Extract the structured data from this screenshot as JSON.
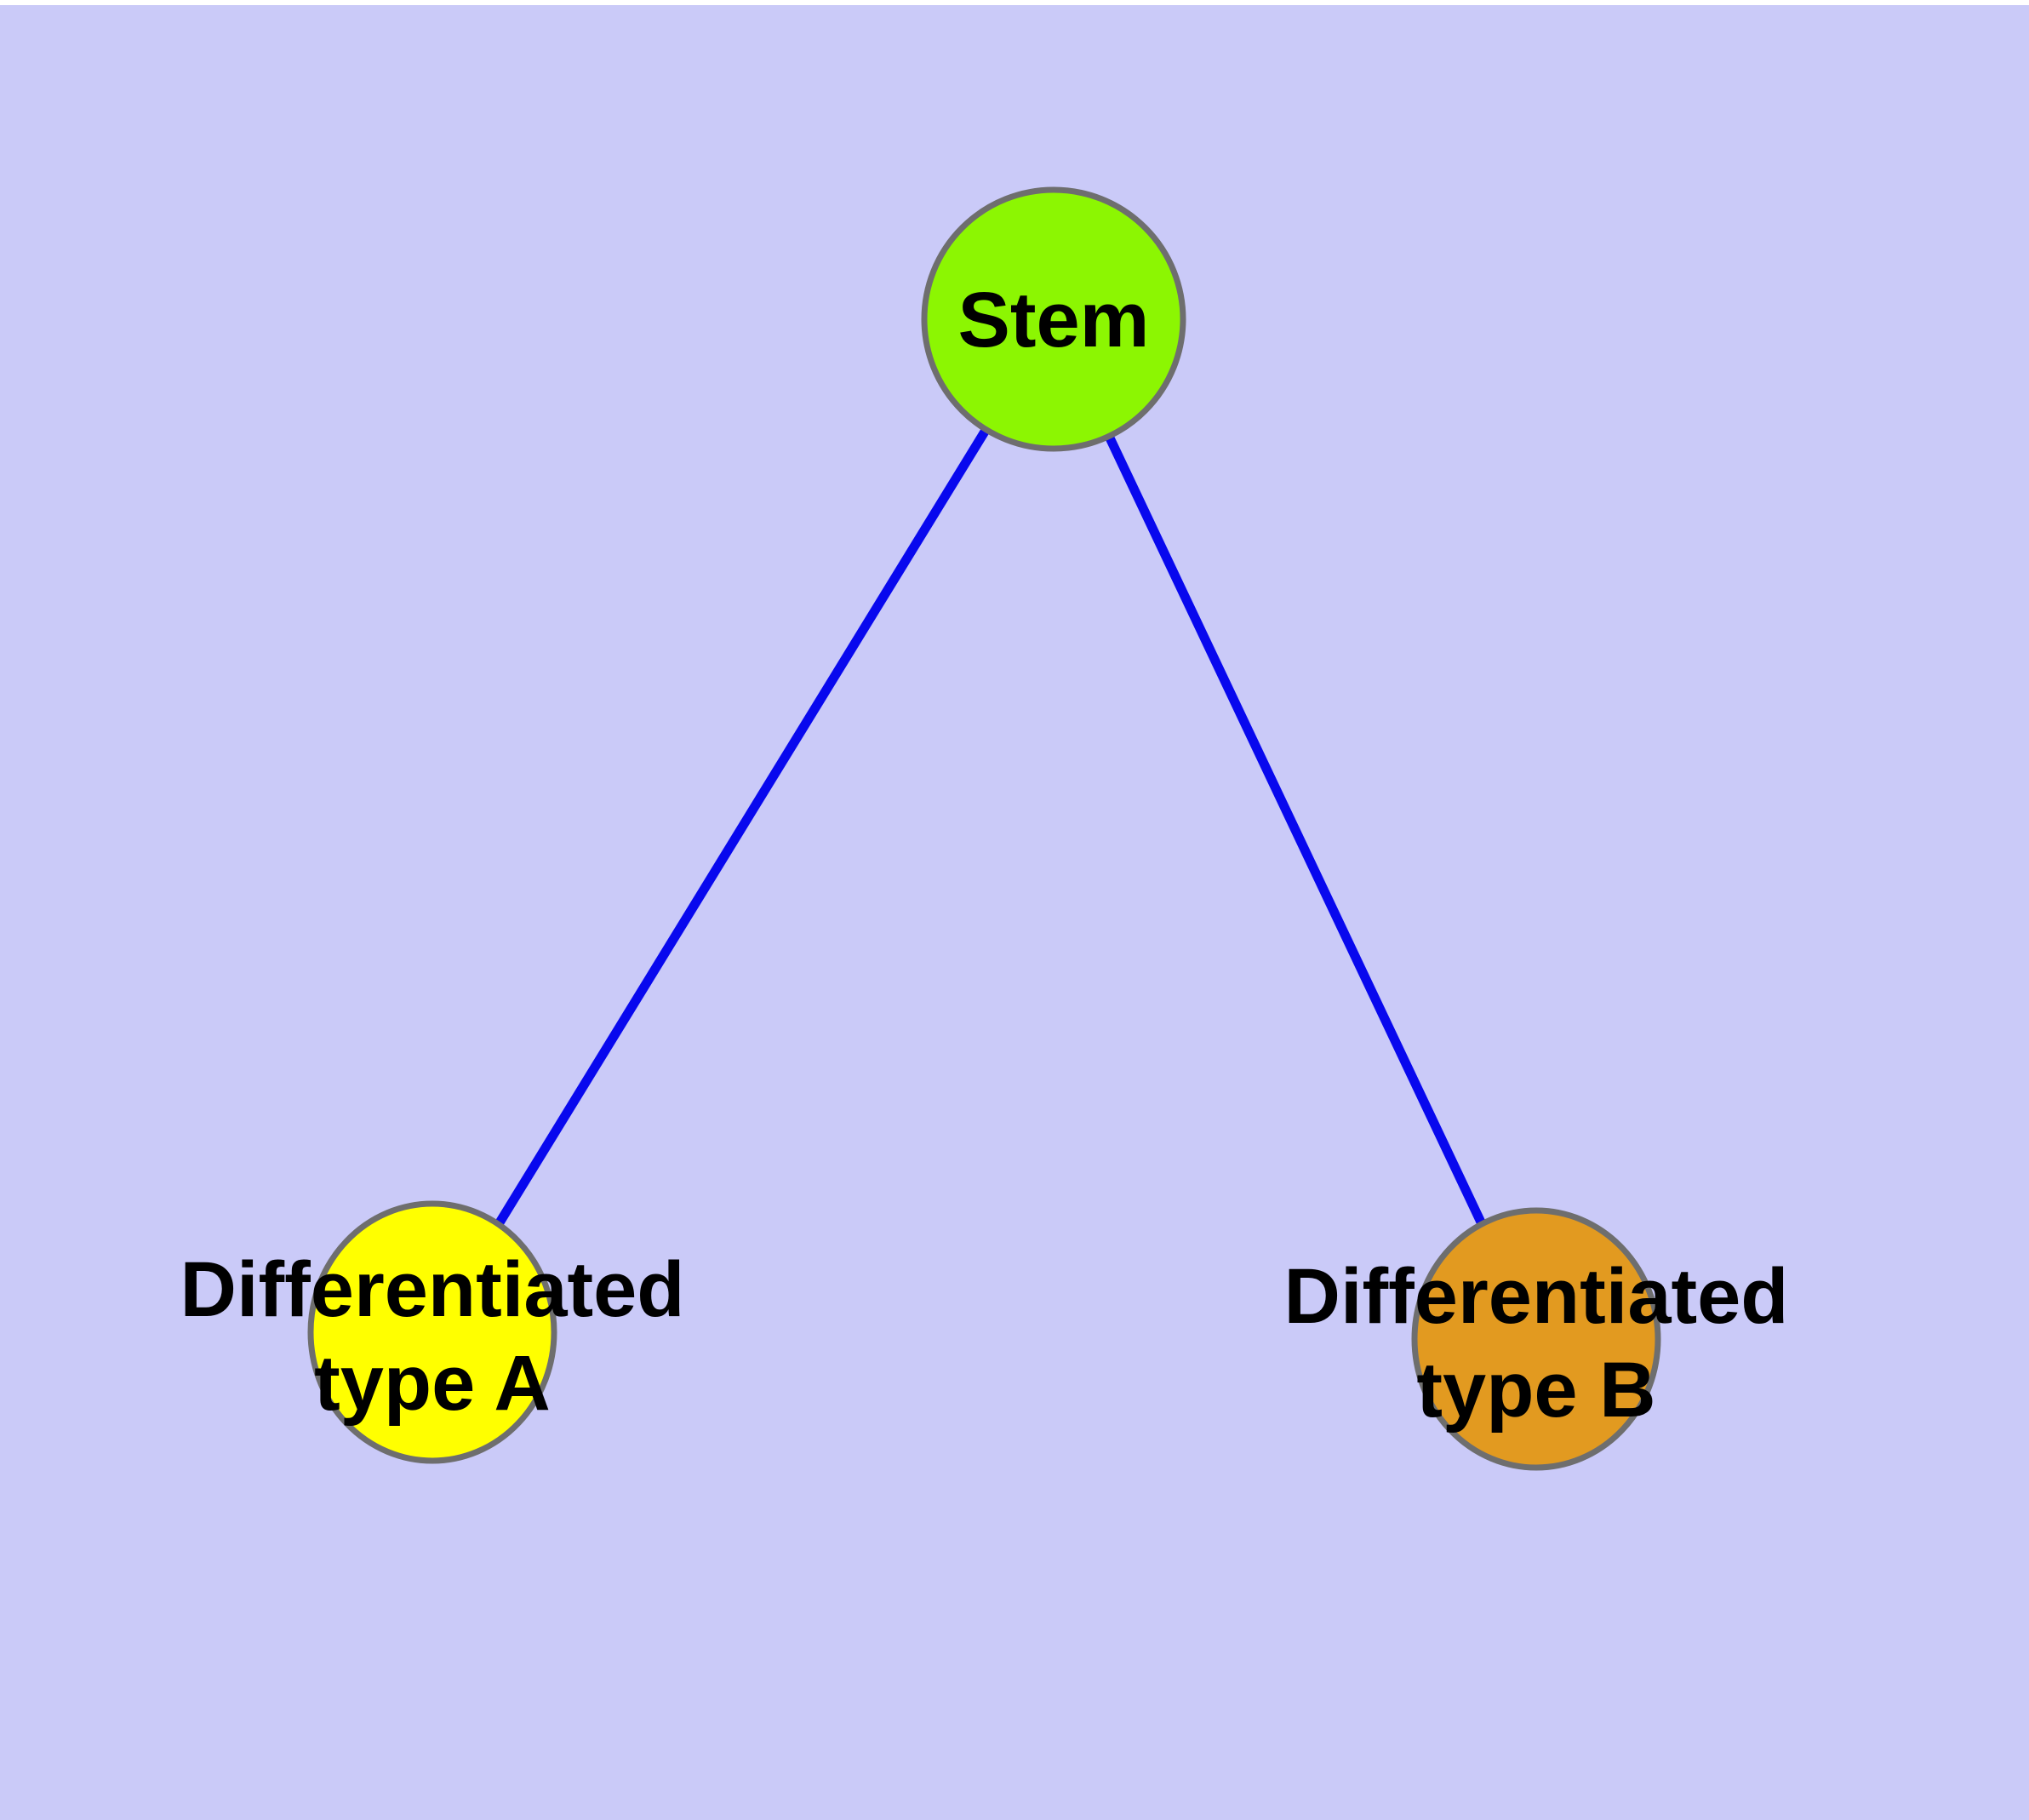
{
  "diagram": {
    "background_color": "#cacaf8",
    "top_margin_color": "#ffffff",
    "edge_color": "#0808ee",
    "node_border_color": "#6e6e6e",
    "text_color": "#000000",
    "nodes": [
      {
        "id": "stem",
        "label": "Stem",
        "fill_color": "#8cf602"
      },
      {
        "id": "differentiated-type-a",
        "label_line1": "Differentiated",
        "label_line2": "type A",
        "fill_color": "#ffff00"
      },
      {
        "id": "differentiated-type-b",
        "label_line1": "Differentiated",
        "label_line2": "type B",
        "fill_color": "#e29a20"
      }
    ],
    "edges": [
      {
        "from": "stem",
        "to": "differentiated-type-a"
      },
      {
        "from": "stem",
        "to": "differentiated-type-b"
      }
    ]
  }
}
